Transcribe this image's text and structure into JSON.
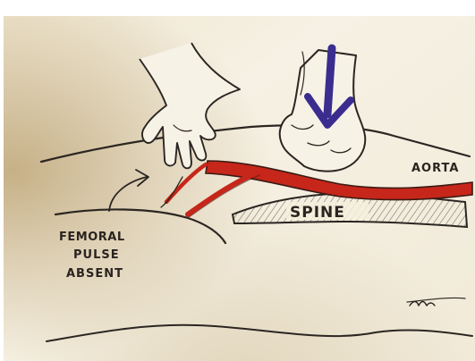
{
  "labels": {
    "aorta": "AORTA",
    "spine": "SPINE",
    "femoral_line1": "FEMORAL",
    "femoral_line2": "PULSE",
    "femoral_line3": "ABSENT"
  },
  "icons": {
    "compression_arrow": "arrow-down-icon",
    "pointer_arrow": "curved-arrow-icon"
  },
  "colors": {
    "paper": "#f4eedd",
    "paper_shadow": "#d7c7a6",
    "ink": "#2b2622",
    "artery": "#c7261a",
    "artery_light": "#e0533a",
    "arrow": "#3b2d8f"
  }
}
